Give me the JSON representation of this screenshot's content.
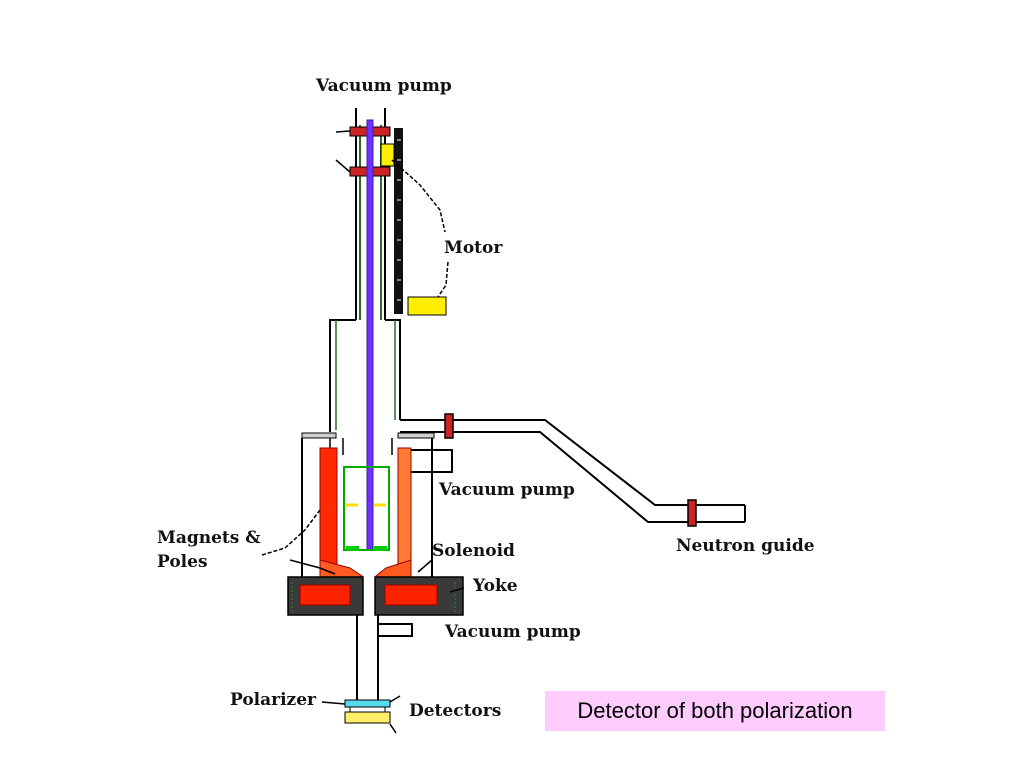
{
  "labels": {
    "vacuum_pump_top": "Vacuum pump",
    "motor": "Motor",
    "vacuum_pump_mid": "Vacuum pump",
    "magnets_poles_line1": "Magnets &",
    "magnets_poles_line2": "Poles",
    "solenoid": "Solenoid",
    "yoke": "Yoke",
    "vacuum_pump_bottom": "Vacuum pump",
    "neutron_guide": "Neutron guide",
    "polarizer": "Polarizer",
    "detectors": "Detectors"
  },
  "callout": {
    "text": "Detector of both polarization"
  },
  "colors": {
    "callout_bg": "#ffccff",
    "magnet_red": "#ff2a00",
    "pole_orange": "#ff7a33",
    "rod_purple": "#7030ff",
    "motor_yellow": "#ffee00",
    "sample_green": "#00cc00",
    "yoke_dark": "#3a3a3a",
    "polarizer_cyan": "#55ddee"
  }
}
